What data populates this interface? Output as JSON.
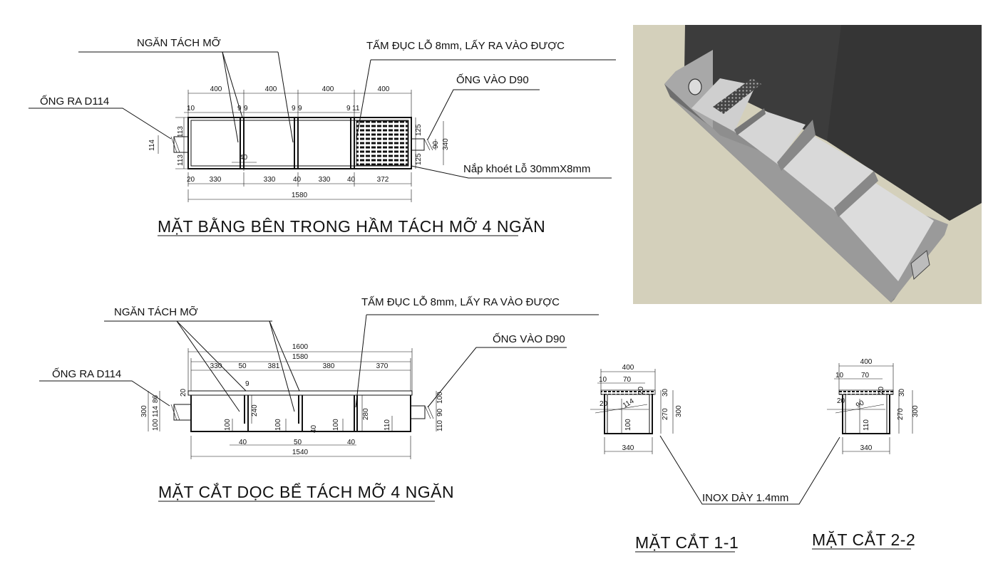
{
  "plan": {
    "label_fat_compartment": "NGĂN TÁCH MỠ",
    "label_perforated_plate": "TẤM ĐỤC LỖ 8mm, LẤY RA VÀO ĐƯỢC",
    "label_outlet": "ỐNG RA D114",
    "label_inlet": "ỐNG VÀO D90",
    "label_lid": "Nắp khoét Lỗ 30mmX8mm",
    "title": "MẶT BẰNG BÊN TRONG HẦM TÁCH MỠ 4 NGĂN",
    "dims": {
      "top_400_1": "400",
      "top_400_2": "400",
      "top_400_3": "400",
      "top_400_4": "400",
      "d10": "10",
      "d9a": "9",
      "d9b": "9",
      "d9c": "9",
      "d9d": "9",
      "d9e": "9",
      "d11": "11",
      "left_113a": "113",
      "left_114": "114",
      "left_113b": "113",
      "right_125a": "125",
      "right_90": "90",
      "right_340": "340",
      "right_125b": "125",
      "inner_40": "40",
      "b20": "20",
      "b330a": "330",
      "b330b": "330",
      "b40a": "40",
      "b330c": "330",
      "b40b": "40",
      "b372": "372",
      "total_1580": "1580"
    }
  },
  "section": {
    "label_fat_compartment": "NGĂN TÁCH MỠ",
    "label_perforated_plate": "TẤM ĐỤC LỖ 8mm, LẤY RA VÀO ĐƯỢC",
    "label_outlet": "ỐNG RA D114",
    "label_inlet": "ỐNG VÀO D90",
    "title": "MẶT CẮT DỌC BỂ TÁCH MỠ 4 NGĂN",
    "dims": {
      "t1600": "1600",
      "t1580": "1580",
      "t330": "330",
      "t50": "50",
      "t381": "381",
      "t380": "380",
      "t370": "370",
      "l300": "300",
      "l100": "100",
      "l114": "114",
      "l86": "86",
      "l20": "20",
      "i9": "9",
      "i240": "240",
      "i100a": "100",
      "i100b": "100",
      "i40a": "40",
      "i100c": "100",
      "i280": "280",
      "i110": "110",
      "r110": "110",
      "r90": "90",
      "r100": "100",
      "b40a": "40",
      "b50": "50",
      "b40b": "40",
      "total_1540": "1540"
    }
  },
  "sec11": {
    "title": "MẶT CẮT 1-1",
    "dims": {
      "w400": "400",
      "d10": "10",
      "d70": "70",
      "d20": "20",
      "d114": "114",
      "d100": "100",
      "d30": "30",
      "d270": "270",
      "d300": "300",
      "w340": "340"
    }
  },
  "sec22": {
    "title": "MẶT CẮT 2-2",
    "dims": {
      "w400": "400",
      "d10": "10",
      "d70": "70",
      "d20": "20",
      "d90": "90",
      "d110": "110",
      "d30": "30",
      "d270": "270",
      "d300": "300",
      "w340": "340"
    }
  },
  "shared": {
    "label_inox": "INOX DÀY 1.4mm"
  },
  "colors": {
    "ink": "#111111",
    "render_bg": "#d4d0bb",
    "render_dark": "#3c3c3c",
    "render_wall": "#9c9c9c",
    "render_floor": "#d2d2d2"
  }
}
